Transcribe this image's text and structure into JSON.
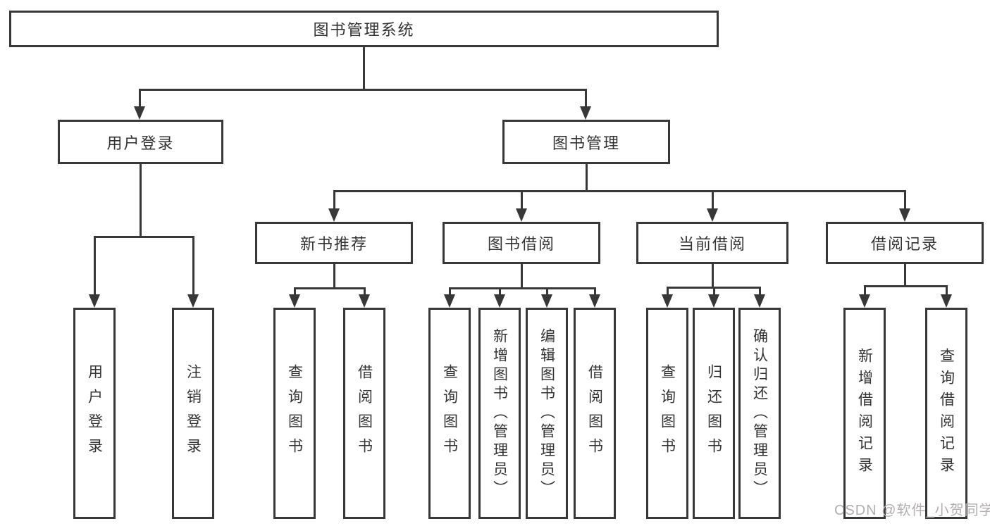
{
  "diagram": {
    "type": "hierarchy-tree",
    "watermark": {
      "text": "CSDN @软件_小贺同学"
    },
    "colors": {
      "background": "#ffffff",
      "line": "#383838",
      "box_border": "#383838",
      "box_fill": "#ffffff",
      "text": "#333333",
      "watermark": "#b3aeae"
    },
    "tree": {
      "root": {
        "label": "图书管理系统",
        "children": [
          {
            "label": "用户登录",
            "children": [
              {
                "label": "用户登录"
              },
              {
                "label": "注销登录"
              }
            ]
          },
          {
            "label": "图书管理",
            "children": [
              {
                "label": "新书推荐",
                "children": [
                  {
                    "label": "查询图书"
                  },
                  {
                    "label": "借阅图书"
                  }
                ]
              },
              {
                "label": "图书借阅",
                "children": [
                  {
                    "label": "查询图书"
                  },
                  {
                    "label": "新增图书（管理员）"
                  },
                  {
                    "label": "编辑图书（管理员）"
                  },
                  {
                    "label": "借阅图书"
                  }
                ]
              },
              {
                "label": "当前借阅",
                "children": [
                  {
                    "label": "查询图书"
                  },
                  {
                    "label": "归还图书"
                  },
                  {
                    "label": "确认归还（管理员）"
                  }
                ]
              },
              {
                "label": "借阅记录",
                "children": [
                  {
                    "label": "新增借阅记录"
                  },
                  {
                    "label": "查询借阅记录"
                  }
                ]
              }
            ]
          }
        ]
      }
    }
  }
}
